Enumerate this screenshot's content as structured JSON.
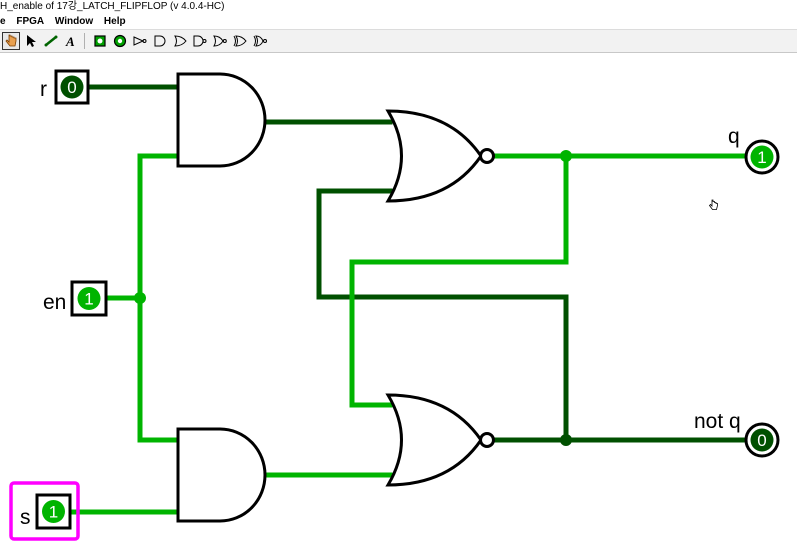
{
  "window": {
    "title": "H_enable of 17강_LATCH_FLIPFLOP (v 4.0.4-HC)"
  },
  "menu": {
    "items": [
      "e",
      "FPGA",
      "Window",
      "Help"
    ]
  },
  "toolbar": {
    "tools": [
      {
        "icon": "hand-poke-icon",
        "active": true
      },
      {
        "icon": "arrow-select-icon"
      },
      {
        "icon": "wiring-icon"
      },
      {
        "icon": "text-tool-icon"
      },
      {
        "icon": "input-pin-icon"
      },
      {
        "icon": "output-pin-icon"
      },
      {
        "icon": "not-gate-icon"
      },
      {
        "icon": "and-gate-icon"
      },
      {
        "icon": "or-gate-icon"
      },
      {
        "icon": "nand-gate-icon"
      },
      {
        "icon": "nor-gate-icon"
      },
      {
        "icon": "xor-gate-icon"
      },
      {
        "icon": "xnor-gate-icon"
      }
    ]
  },
  "circuit": {
    "inputs": {
      "r": {
        "label": "r",
        "value": "0"
      },
      "en": {
        "label": "en",
        "value": "1"
      },
      "s": {
        "label": "s",
        "value": "1",
        "selected": true
      }
    },
    "outputs": {
      "q": {
        "label": "q",
        "value": "1"
      },
      "not_q": {
        "label": "not q",
        "value": "0"
      }
    },
    "colors": {
      "wire_high": "#00b400",
      "wire_low": "#005000",
      "pin_high": "#00b400",
      "pin_low": "#005000",
      "selection": "#ff00ff"
    }
  }
}
